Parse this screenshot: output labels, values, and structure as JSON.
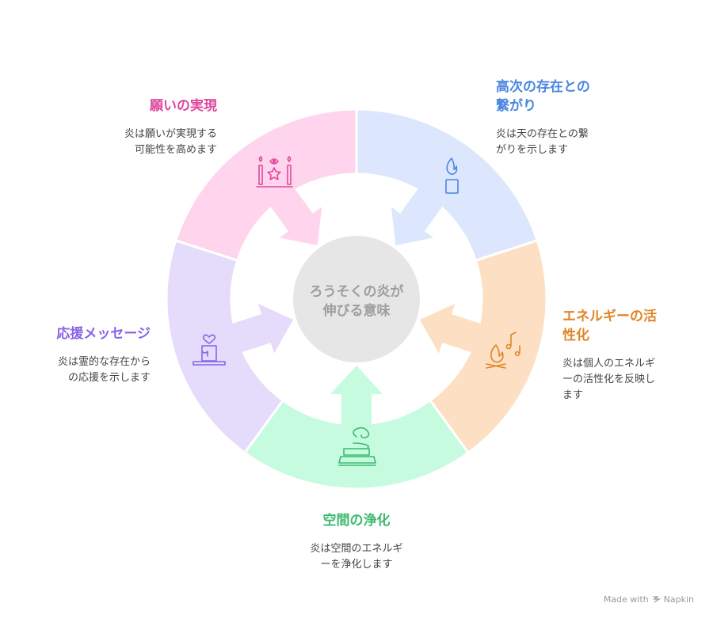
{
  "center": {
    "line1": "ろうそくの炎が",
    "line2": "伸びる意味"
  },
  "items": [
    {
      "title": "願いの実現",
      "desc_line1": "炎は願いが実現する",
      "desc_line2": "可能性を高めます",
      "color": "#e0489e",
      "fill": "#fed5ec",
      "icon": "altar-candles-icon"
    },
    {
      "title_line1": "高次の存在との",
      "title_line2": "繋がり",
      "desc_line1": "炎は天の存在との繋",
      "desc_line2": "がりを示します",
      "color": "#4b86e0",
      "fill": "#dce7fd",
      "icon": "candle-flame-icon"
    },
    {
      "title_line1": "エネルギーの活",
      "title_line2": "性化",
      "desc_line1": "炎は個人のエネルギ",
      "desc_line2": "ーの活性化を反映し",
      "desc_line3": "ます",
      "color": "#e08626",
      "fill": "#fde0c4",
      "icon": "campfire-music-icon"
    },
    {
      "title": "空間の浄化",
      "desc_line1": "炎は空間のエネルギ",
      "desc_line2": "ーを浄化します",
      "color": "#3cba6f",
      "fill": "#c6fbdf",
      "icon": "incense-smoke-icon"
    },
    {
      "title": "応援メッセージ",
      "desc_line1": "炎は霊的な存在から",
      "desc_line2": "の応援を示します",
      "color": "#8a63e8",
      "fill": "#e5dcfb",
      "icon": "candle-heart-icon"
    }
  ],
  "footer": {
    "made_with": "Made with",
    "brand": "Napkin"
  }
}
